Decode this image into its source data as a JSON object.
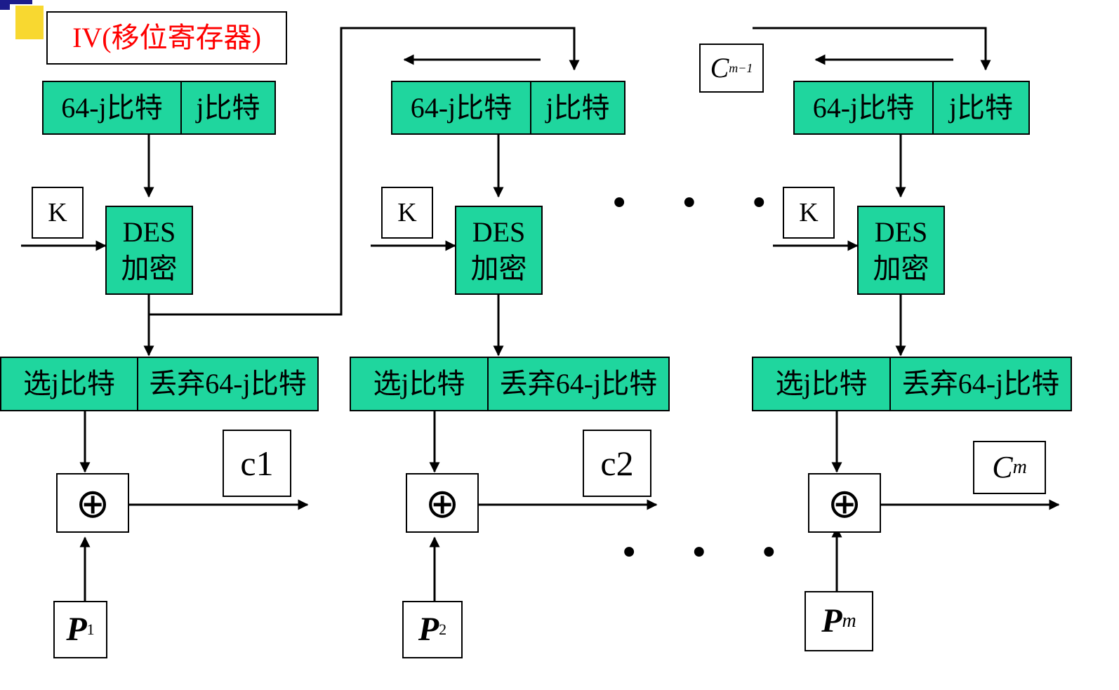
{
  "colors": {
    "block_fill": "#1fd69e",
    "iv_text": "#ff0000",
    "corner_navy": "#1c1c8c",
    "corner_gold": "#f8d830"
  },
  "iv_label": "IV(移位寄存器)",
  "register": {
    "left": "64-j比特",
    "right": "j比特"
  },
  "des": {
    "line1": "DES",
    "line2": "加密"
  },
  "key_label": "K",
  "select": {
    "left": "选j比特",
    "right": "丢弃64-j比特"
  },
  "xor_symbol": "⊕",
  "ellipsis": "• • •",
  "stage1": {
    "output": "c1",
    "plain": "P",
    "plain_sub": "1"
  },
  "stage2": {
    "output": "c2",
    "plain": "P",
    "plain_sub": "2"
  },
  "stage3": {
    "prev_cipher": "C",
    "prev_cipher_sub": "m−1",
    "output": "C",
    "output_sub": "m",
    "plain": "P",
    "plain_sub": "m"
  }
}
